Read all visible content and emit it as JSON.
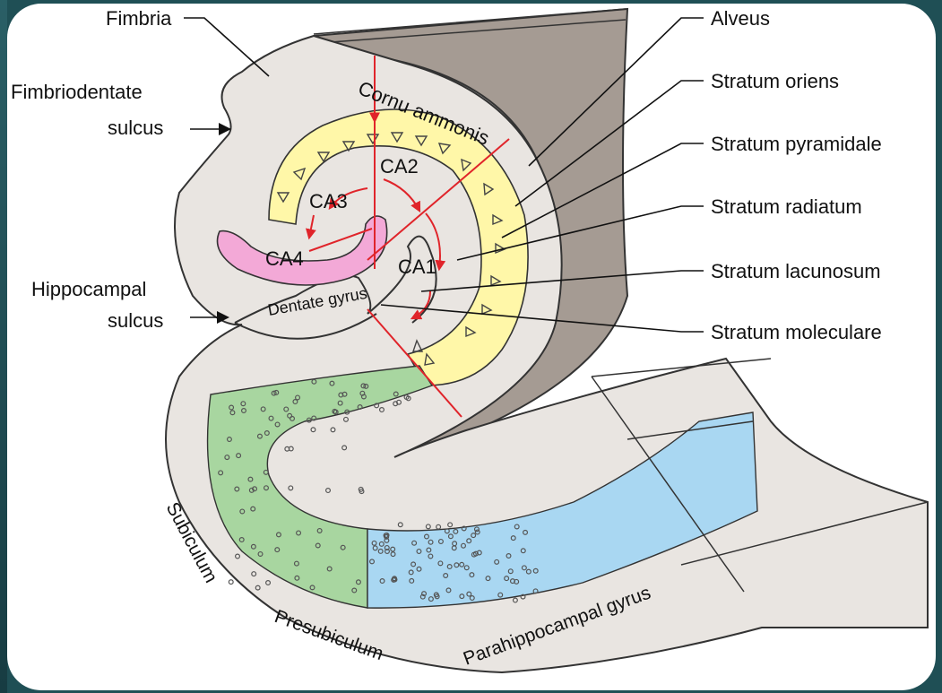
{
  "labels": {
    "fimbria": "Fimbria",
    "fimbriodentate_1": "Fimbriodentate",
    "fimbriodentate_2": "sulcus",
    "hippocampal_1": "Hippocampal",
    "hippocampal_2": "sulcus",
    "alveus": "Alveus",
    "stratum_oriens": "Stratum oriens",
    "stratum_pyramidale": "Stratum pyramidale",
    "stratum_radiatum": "Stratum radiatum",
    "stratum_lacunosum": "Stratum lacunosum",
    "stratum_moleculare": "Stratum moleculare",
    "cornu_ammonis": "Cornu ammonis",
    "ca1": "CA1",
    "ca2": "CA2",
    "ca3": "CA3",
    "ca4": "CA4",
    "dentate_gyrus": "Dentate gyrus",
    "subiculum": "Subiculum",
    "presubiculum": "Presubiculum",
    "parahippocampal_gyrus": "Parahippocampal gyrus"
  },
  "colors": {
    "background": "#1f4f55",
    "tissue": "#e9e5e1",
    "tissue_shadow": "#a59b93",
    "pyramidal_layer": "#fff7a8",
    "dentate": "#f3a9d7",
    "subiculum": "#a8d6a0",
    "presubiculum": "#a9d7f2",
    "division_line": "#e0242a"
  }
}
